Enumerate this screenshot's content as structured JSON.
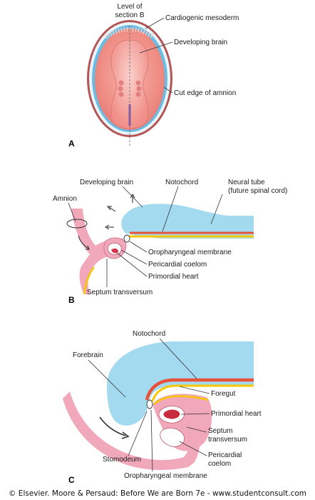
{
  "figure": {
    "panel_a": {
      "letter": "A",
      "labels": {
        "section_level_line1": "Level of",
        "section_level_line2": "section B",
        "cardiogenic": "Cardiogenic mesoderm",
        "brain": "Developing brain",
        "amnion_edge": "Cut edge of amnion"
      }
    },
    "panel_b": {
      "letter": "B",
      "labels": {
        "amnion": "Amnion",
        "brain": "Developing brain",
        "notochord": "Notochord",
        "neural_tube_line1": "Neural tube",
        "neural_tube_line2": "(future spinal cord)",
        "oropharyngeal": "Oropharyngeal membrane",
        "pericardial": "Pericardial coelom",
        "heart": "Primordial heart",
        "septum": "Septum transversum"
      }
    },
    "panel_c": {
      "letter": "C",
      "labels": {
        "notochord": "Notochord",
        "forebrain": "Forebrain",
        "foregut": "Foregut",
        "heart": "Primordial heart",
        "septum_line1": "Septum",
        "septum_line2": "transversum",
        "pericardial_line1": "Pericardial",
        "pericardial_line2": "coelom",
        "stomodeum": "Stomodeum",
        "oropharyngeal": "Oropharyngeal membrane"
      }
    },
    "credit": "© Elsevier. Moore & Persaud: Before We are Born 7e - www.studentconsult.com"
  },
  "colors": {
    "neural_blue": "#9fd9ef",
    "embryo_pink": "#f0a7b8",
    "endoderm_yellow": "#f7c800",
    "notochord_red": "#e8523a",
    "embryo_disc": "#f59c94",
    "amnion_rim": "#b04a4a"
  }
}
